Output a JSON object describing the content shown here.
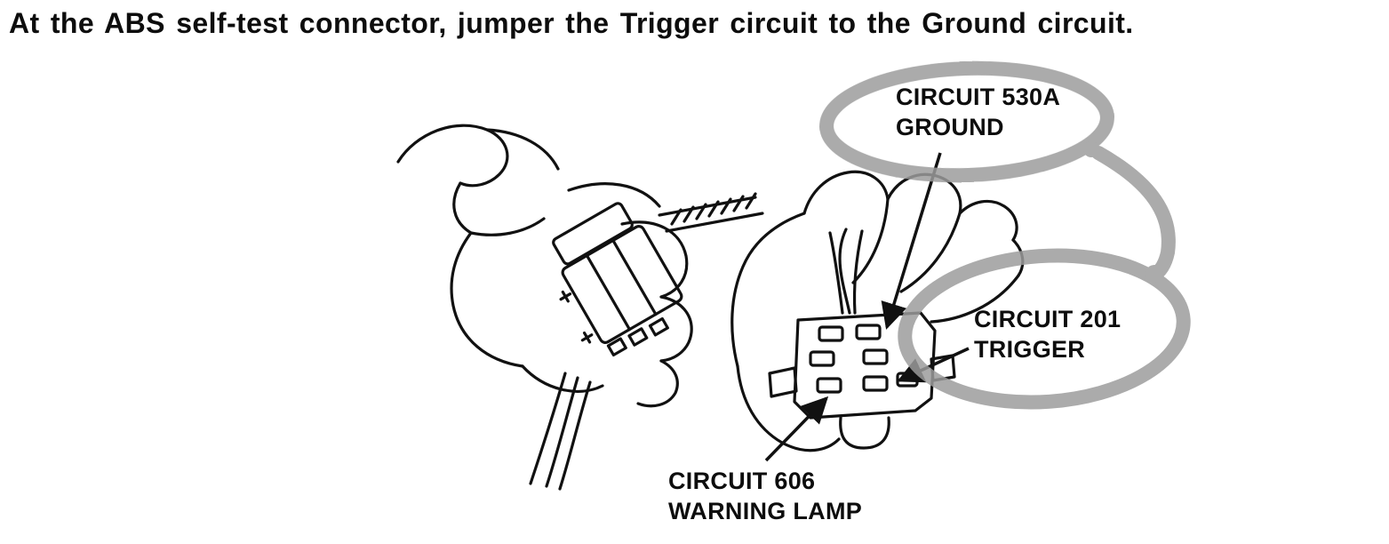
{
  "title": "At the ABS self-test connector, jumper the Trigger circuit to the Ground circuit.",
  "labels": {
    "ground": {
      "line1": "CIRCUIT 530A",
      "line2": "GROUND"
    },
    "trigger": {
      "line1": "CIRCUIT 201",
      "line2": "TRIGGER"
    },
    "warning_lamp": {
      "line1": "CIRCUIT 606",
      "line2": "WARNING LAMP"
    }
  },
  "colors": {
    "ink": "#111111",
    "highlight": "#9c9c9c",
    "background": "#ffffff"
  }
}
